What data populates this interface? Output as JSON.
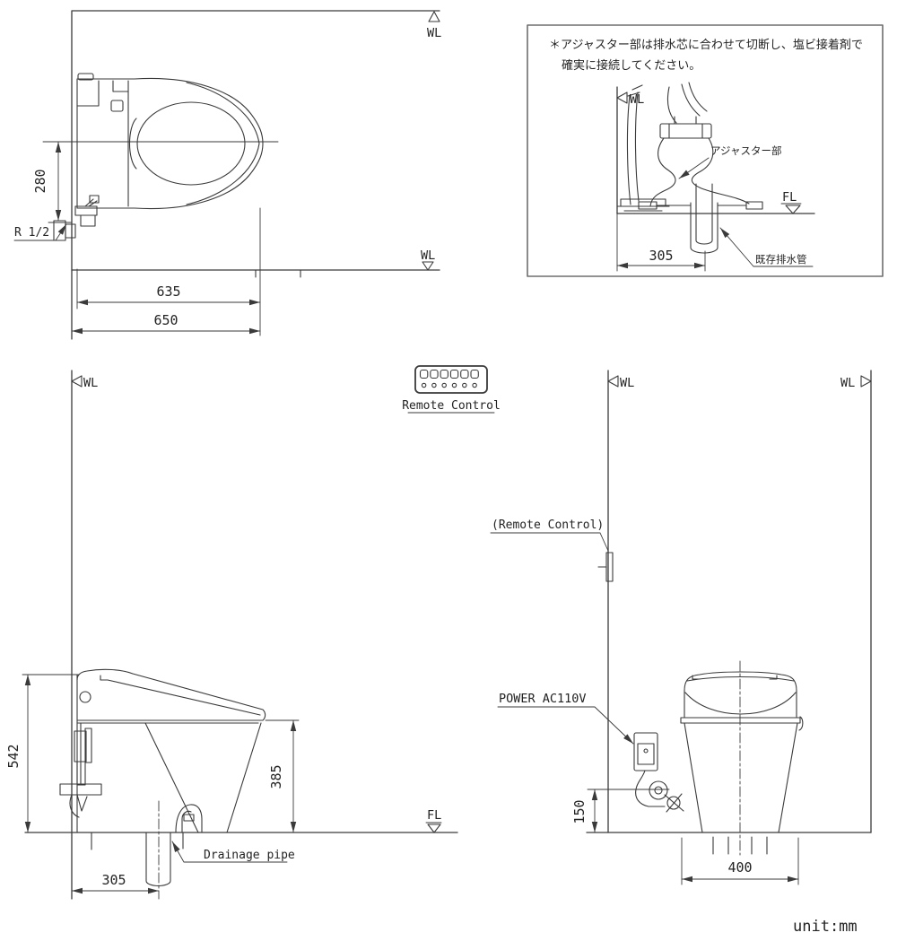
{
  "unit": {
    "label": "unit:mm"
  },
  "plan_view": {
    "wl_top_label": "WL",
    "wl_side_label": "WL",
    "dim_center_height": "280",
    "supply_label": "R 1/2",
    "dim_body_length": "635",
    "dim_total_length": "650"
  },
  "note_box": {
    "text_line1": "＊アジャスター部は排水芯に合わせて切断し、塩ビ接着剤で",
    "text_line2": "確実に接続してください。",
    "wl_label": "WL",
    "fl_label": "FL",
    "adjuster_label": "アジャスター部",
    "existing_pipe_label": "既存排水管",
    "dim_drain_offset": "305"
  },
  "remote_control": {
    "label": "Remote Control"
  },
  "side_view": {
    "wl_label": "WL",
    "fl_label": "FL",
    "dim_total_height": "542",
    "dim_seat_height": "385",
    "dim_drain_offset": "305",
    "drainage_label": "Drainage pipe"
  },
  "front_view": {
    "wl_left_label": "WL",
    "wl_right_label": "WL",
    "remote_label": "(Remote Control)",
    "power_label": "POWER AC110V",
    "dim_outlet_height": "150",
    "dim_width": "400"
  }
}
